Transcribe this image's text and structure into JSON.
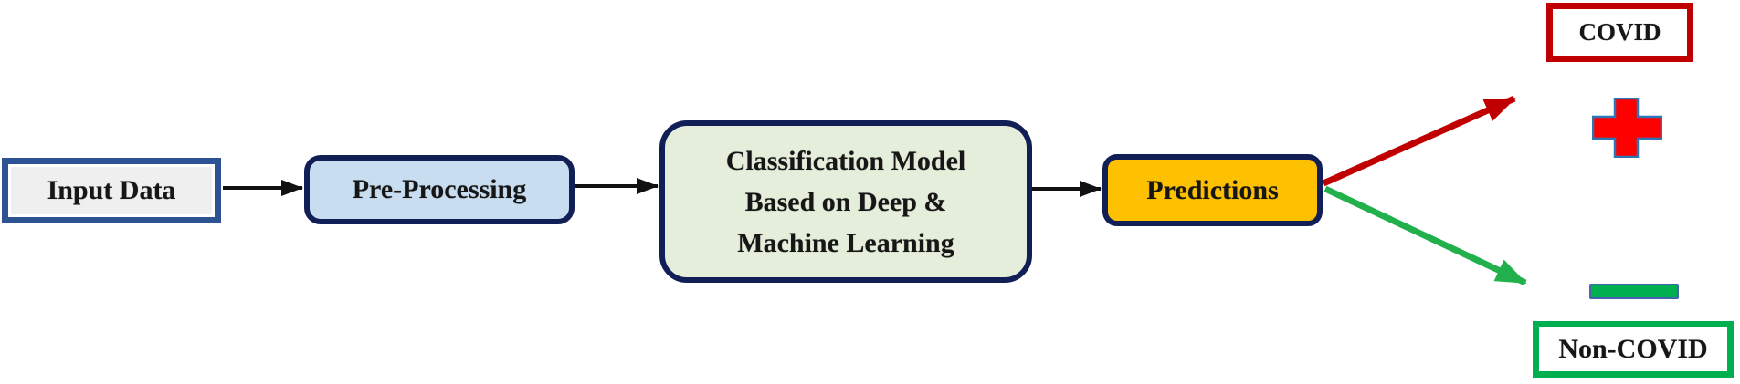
{
  "diagram": {
    "nodes": {
      "input": {
        "label": "Input Data",
        "fill": "#efefef",
        "border": "#2e5395"
      },
      "preprocessing": {
        "label": "Pre-Processing",
        "fill": "#c9ddf1",
        "border": "#121f56"
      },
      "model": {
        "line1": "Classification Model",
        "line2": "Based on Deep &",
        "line3": "Machine Learning",
        "fill": "#e4eeda",
        "border": "#121f56"
      },
      "predictions": {
        "label": "Predictions",
        "fill": "#fec101",
        "border": "#121f56"
      },
      "covid": {
        "label": "COVID",
        "fill": "#ffffff",
        "border": "#c00000"
      },
      "non_covid": {
        "label": "Non-COVID",
        "fill": "#ffffff",
        "border": "#00b050"
      }
    },
    "icons": {
      "plus": {
        "fill": "#fe0000",
        "outline": "#2e75b6"
      },
      "minus": {
        "fill": "#00b050",
        "outline": "#4565ae"
      }
    },
    "arrows": {
      "black": "#111111",
      "covid_branch": "#c00000",
      "non_covid_branch": "#21b04b"
    }
  }
}
